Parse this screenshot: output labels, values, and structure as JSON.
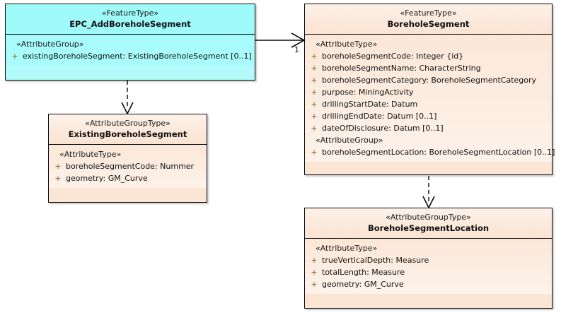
{
  "diagram": {
    "type": "uml-class-diagram",
    "background_color": "#ffffff",
    "classes": [
      {
        "id": "epc_add_borehole_segment",
        "stereotype": "«FeatureType»",
        "name": "EPC_AddBoreholeSegment",
        "fill_color": "#aefcfc",
        "compartments": [
          {
            "label": "«AttributeGroup»",
            "attributes": [
              {
                "visibility": "+",
                "text": "existingBoreholeSegment: ExistingBoreholeSegment [0..1]"
              }
            ]
          }
        ]
      },
      {
        "id": "borehole_segment",
        "stereotype": "«FeatureType»",
        "name": "BoreholeSegment",
        "fill_color": "#fbe6d6",
        "compartments": [
          {
            "label": "«AttributeType»",
            "attributes": [
              {
                "visibility": "+",
                "text": "boreholeSegmentCode: Integer {id}"
              },
              {
                "visibility": "+",
                "text": "boreholeSegmentName: CharacterString"
              },
              {
                "visibility": "+",
                "text": "boreholeSegmentCategory: BoreholeSegmentCategory"
              },
              {
                "visibility": "+",
                "text": "purpose: MiningActivity"
              },
              {
                "visibility": "+",
                "text": "drillingStartDate: Datum"
              },
              {
                "visibility": "+",
                "text": "drillingEndDate: Datum [0..1]"
              },
              {
                "visibility": "+",
                "text": "dateOfDisclosure: Datum [0..1]"
              }
            ]
          },
          {
            "label": "«AttributeGroup»",
            "attributes": [
              {
                "visibility": "+",
                "text": "boreholeSegmentLocation: BoreholeSegmentLocation [0..1]"
              }
            ]
          }
        ]
      },
      {
        "id": "existing_borehole_segment",
        "stereotype": "«AttributeGroupType»",
        "name": "ExistingBoreholeSegment",
        "fill_color": "#fbe6d6",
        "compartments": [
          {
            "label": "«AttributeType»",
            "attributes": [
              {
                "visibility": "+",
                "text": "boreholeSegmentCode: Nummer"
              },
              {
                "visibility": "+",
                "text": "geometry: GM_Curve"
              }
            ]
          }
        ]
      },
      {
        "id": "borehole_segment_location",
        "stereotype": "«AttributeGroupType»",
        "name": "BoreholeSegmentLocation",
        "fill_color": "#fbe6d6",
        "compartments": [
          {
            "label": "«AttributeType»",
            "attributes": [
              {
                "visibility": "+",
                "text": "trueVerticalDepth: Measure"
              },
              {
                "visibility": "+",
                "text": "totalLength: Measure"
              },
              {
                "visibility": "+",
                "text": "geometry: GM_Curve"
              }
            ]
          }
        ]
      }
    ],
    "connectors": [
      {
        "id": "assoc-epc-to-boreholesegment",
        "from": "epc_add_borehole_segment",
        "to": "borehole_segment",
        "style": "solid",
        "arrowhead": "open",
        "target_multiplicity": "1"
      },
      {
        "id": "dep-epc-to-existing",
        "from": "epc_add_borehole_segment",
        "to": "existing_borehole_segment",
        "style": "dashed",
        "arrowhead": "open",
        "target_multiplicity": ""
      },
      {
        "id": "dep-boreholesegment-to-location",
        "from": "borehole_segment",
        "to": "borehole_segment_location",
        "style": "dashed",
        "arrowhead": "open",
        "target_multiplicity": ""
      }
    ]
  }
}
